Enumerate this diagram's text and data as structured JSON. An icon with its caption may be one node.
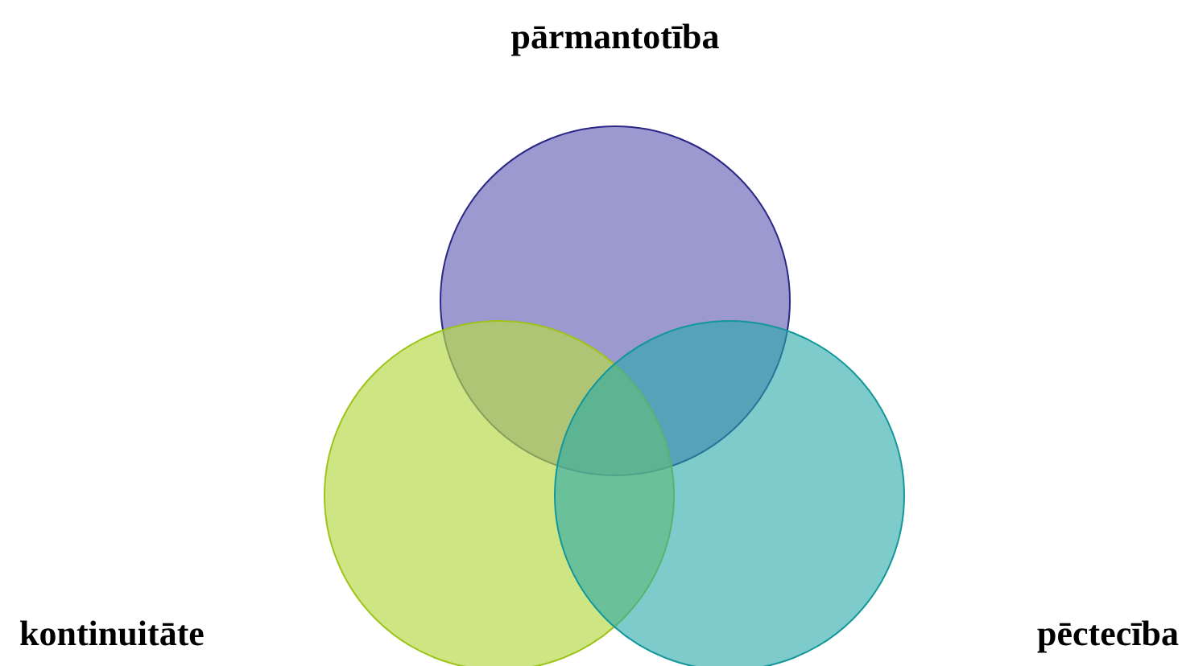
{
  "diagram": {
    "nodes": [
      {
        "text": [
          "pārmantotība"
        ]
      },
      {
        "text": [
          "kontinuitāte"
        ]
      },
      {
        "text": [
          "pēctecība"
        ]
      }
    ]
  }
}
